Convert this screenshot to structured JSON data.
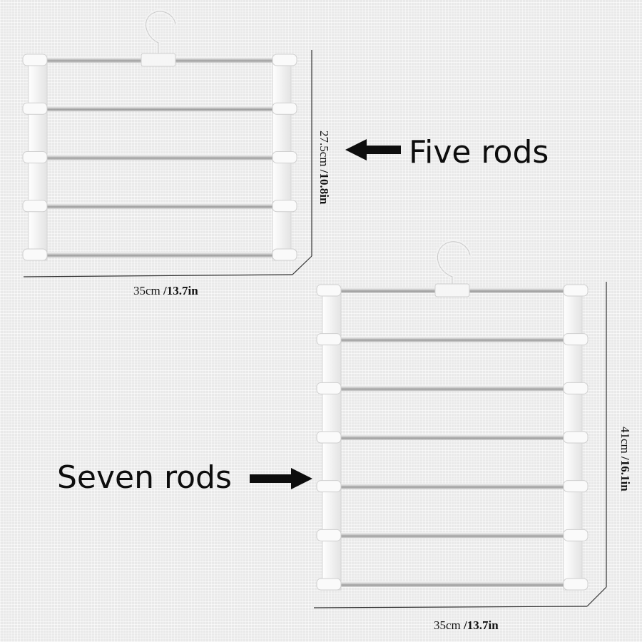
{
  "products": [
    {
      "caption": "Five rods",
      "rods": 5,
      "width_metric": "35cm",
      "width_imperial": "/13.7in",
      "height_metric": "27.5cm",
      "height_imperial": "/10.8in"
    },
    {
      "caption": "Seven rods",
      "rods": 7,
      "width_metric": "35cm",
      "width_imperial": "/13.7in",
      "height_metric": "41cm",
      "height_imperial": "/16.1in"
    }
  ],
  "colors": {
    "background": "#e9e9e9",
    "frame": "#f4f4f4",
    "rod": "#c4c4c4",
    "arrow": "#0d0d0d"
  }
}
